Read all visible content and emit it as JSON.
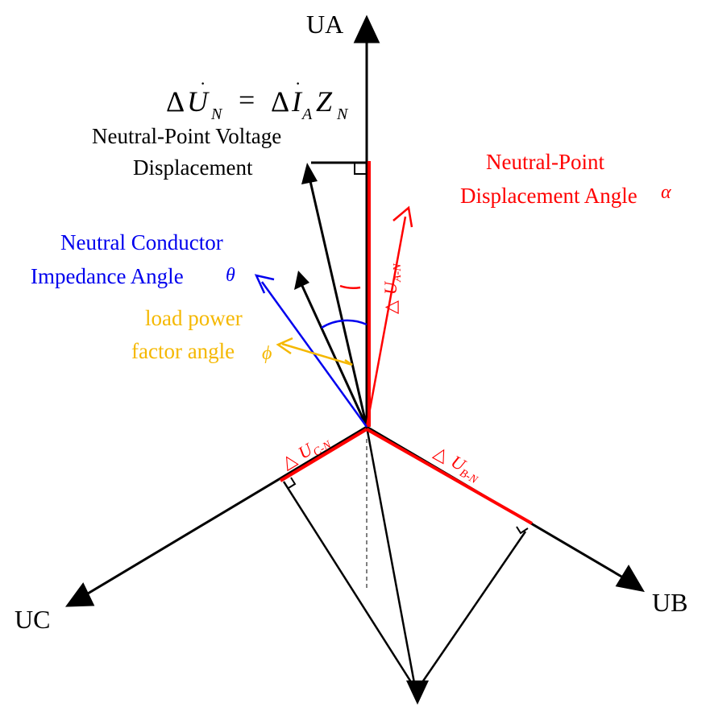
{
  "phasors": {
    "ua": "UA",
    "ub": "UB",
    "uc": "UC"
  },
  "formula": {
    "delta1": "Δ",
    "u": "U",
    "u_sub": "N",
    "equals": "=",
    "delta2": "Δ",
    "i": "I",
    "i_sub": "A",
    "z": "Z",
    "z_sub": "N"
  },
  "labels": {
    "npv_line1": "Neutral-Point Voltage",
    "npv_line2": "Displacement",
    "npa_line1": "Neutral-Point",
    "npa_line2": "Displacement Angle",
    "npa_symbol": "α",
    "nci_line1": "Neutral Conductor",
    "nci_line2": "Impedance Angle",
    "nci_symbol": "θ",
    "lpf_line1": "load power",
    "lpf_line2": "factor angle",
    "lpf_symbol": "ϕ"
  },
  "segments": {
    "delta_sym": "△",
    "ua_main": "U",
    "ua_sub": "A-N",
    "ub_main": "U",
    "ub_sub": "B-N",
    "uc_main": "U",
    "uc_sub": "C-N"
  },
  "colors": {
    "black": "#000000",
    "red": "#ff0000",
    "blue": "#0000ee",
    "yellow": "#f5b800"
  }
}
